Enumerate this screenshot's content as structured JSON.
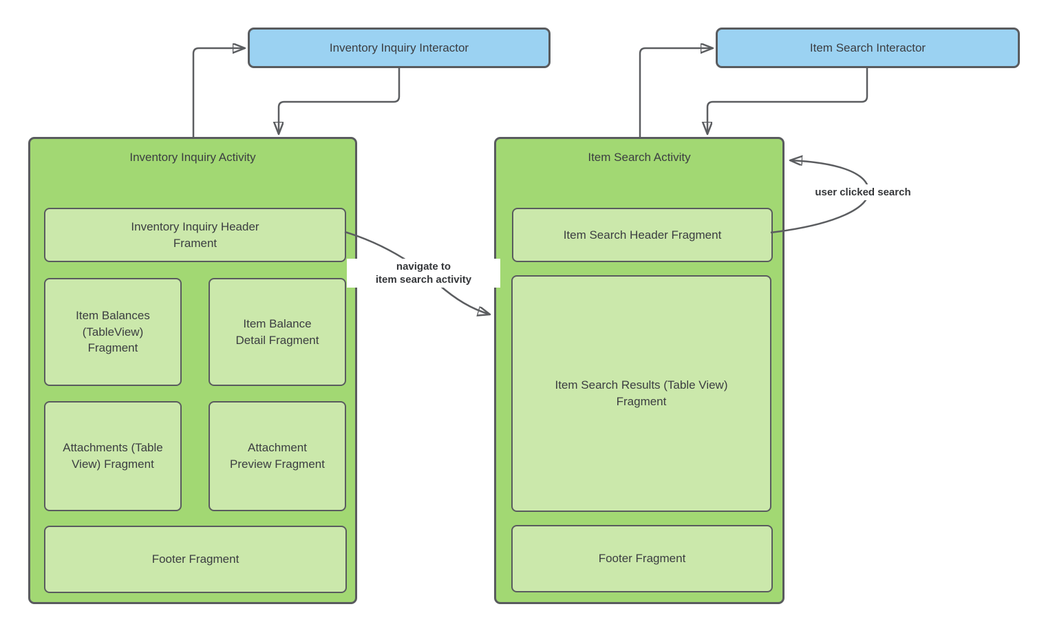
{
  "colors": {
    "activity_fill": "#a2d873",
    "fragment_fill": "#cbe8ab",
    "interactor_fill": "#9bd2f2",
    "border": "#595b5e",
    "connector": "#5b5d60",
    "text": "#3b3d41"
  },
  "interactors": {
    "left": "Inventory Inquiry Interactor",
    "right": "Item Search Interactor"
  },
  "activity_left": {
    "title": "Inventory Inquiry Activity",
    "header_fragment": "Inventory Inquiry Header\nFrament",
    "item_balances_fragment": "Item Balances\n(TableView)\nFragment",
    "item_balance_detail_fragment": "Item Balance\nDetail Fragment",
    "attachments_fragment": "Attachments (Table\nView) Fragment",
    "attachment_preview_fragment": "Attachment\nPreview Fragment",
    "footer_fragment": "Footer Fragment"
  },
  "activity_right": {
    "title": "Item Search Activity",
    "header_fragment": "Item Search Header Fragment",
    "results_fragment": "Item Search Results (Table View)\nFragment",
    "footer_fragment": "Footer Fragment"
  },
  "edge_labels": {
    "navigate": "navigate to\nitem search activity",
    "user_clicked": "user clicked search"
  }
}
